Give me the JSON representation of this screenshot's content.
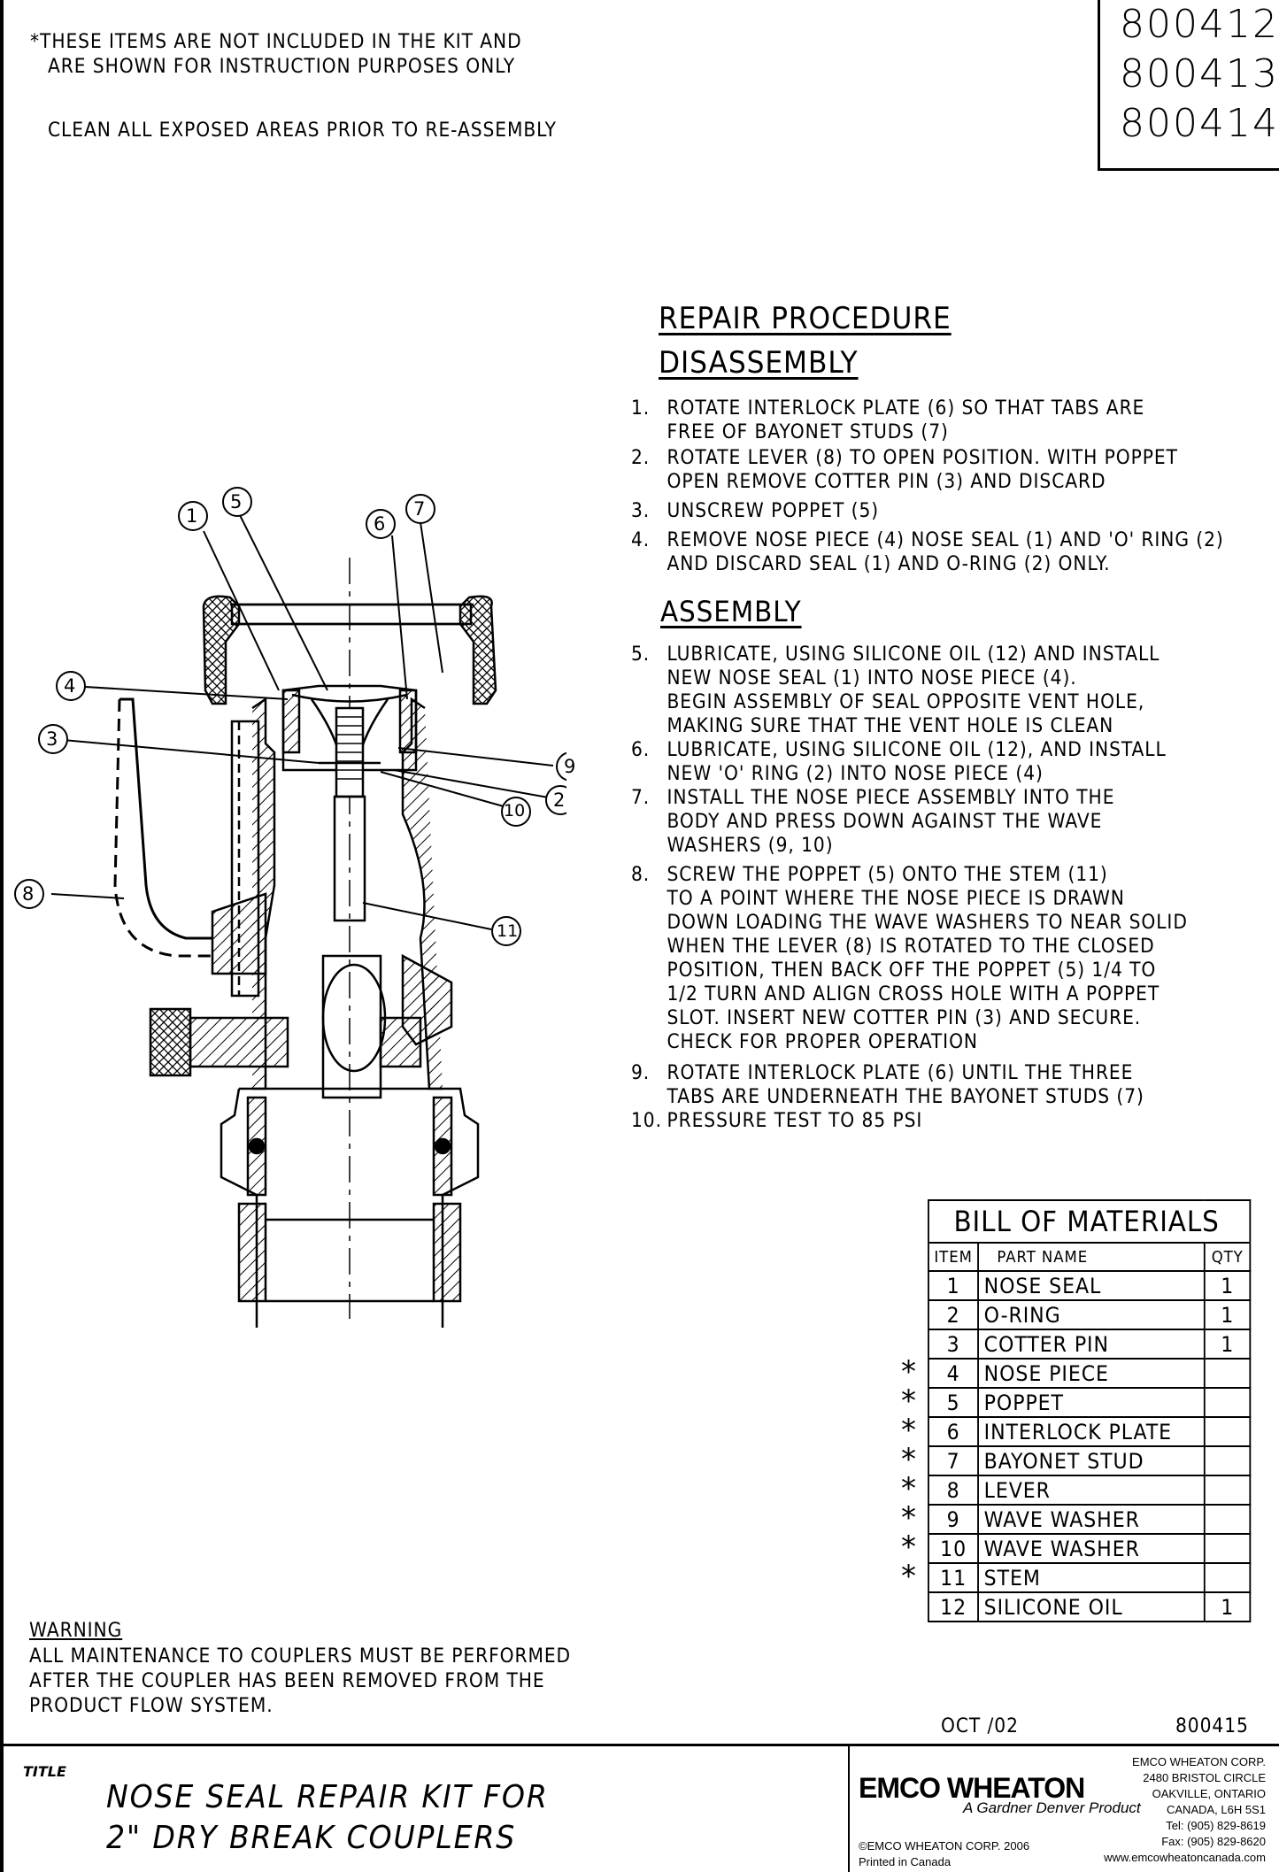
{
  "notes": {
    "line1": "*THESE ITEMS ARE NOT INCLUDED IN THE KIT AND",
    "line2": "ARE SHOWN FOR INSTRUCTION PURPOSES ONLY",
    "line3": "CLEAN ALL EXPOSED AREAS PRIOR TO RE-ASSEMBLY"
  },
  "part_numbers": [
    "800412",
    "800413",
    "800414"
  ],
  "procedure": {
    "title": "REPAIR PROCEDURE",
    "disassembly_title": "DISASSEMBLY",
    "disassembly_steps": [
      {
        "num": "1.",
        "text": "ROTATE INTERLOCK PLATE (6) SO THAT TABS ARE\nFREE OF BAYONET STUDS (7)"
      },
      {
        "num": "2.",
        "text": "ROTATE LEVER (8) TO OPEN POSITION. WITH POPPET\nOPEN REMOVE COTTER PIN (3) AND DISCARD"
      },
      {
        "num": "3.",
        "text": "UNSCREW POPPET (5)"
      },
      {
        "num": "4.",
        "text": "REMOVE NOSE PIECE (4) NOSE SEAL (1) AND 'O' RING (2)\nAND DISCARD SEAL (1) AND O-RING (2) ONLY."
      }
    ],
    "assembly_title": "ASSEMBLY",
    "assembly_steps": [
      {
        "num": "5.",
        "text": "LUBRICATE, USING SILICONE OIL (12) AND INSTALL\nNEW NOSE SEAL (1) INTO NOSE PIECE (4).\nBEGIN ASSEMBLY OF SEAL OPPOSITE VENT HOLE,\nMAKING SURE THAT THE VENT HOLE IS CLEAN"
      },
      {
        "num": "6.",
        "text": "LUBRICATE, USING SILICONE OIL (12), AND INSTALL\nNEW 'O' RING (2) INTO NOSE PIECE (4)"
      },
      {
        "num": "7.",
        "text": "INSTALL THE NOSE PIECE ASSEMBLY INTO THE\nBODY AND PRESS DOWN AGAINST THE WAVE\nWASHERS (9, 10)"
      },
      {
        "num": "8.",
        "text": "SCREW THE POPPET (5) ONTO THE STEM (11)\nTO A POINT WHERE THE NOSE PIECE IS DRAWN\nDOWN LOADING THE WAVE WASHERS TO NEAR SOLID\nWHEN THE LEVER (8) IS ROTATED TO THE CLOSED\nPOSITION, THEN BACK OFF THE POPPET (5) 1/4 TO\n1/2 TURN AND ALIGN CROSS HOLE WITH A POPPET\nSLOT. INSERT NEW COTTER PIN (3) AND SECURE.\nCHECK FOR PROPER OPERATION"
      },
      {
        "num": "9.",
        "text": "ROTATE INTERLOCK PLATE (6) UNTIL THE THREE\nTABS ARE UNDERNEATH THE BAYONET STUDS (7)"
      },
      {
        "num": "10.",
        "text": "PRESSURE TEST TO 85 PSI"
      }
    ]
  },
  "bom": {
    "title": "BILL OF MATERIALS",
    "headers": {
      "item": "ITEM",
      "part": "PART NAME",
      "qty": "QTY"
    },
    "rows": [
      {
        "star": "",
        "item": "1",
        "name": "NOSE SEAL",
        "qty": "1"
      },
      {
        "star": "",
        "item": "2",
        "name": "O-RING",
        "qty": "1"
      },
      {
        "star": "",
        "item": "3",
        "name": "COTTER PIN",
        "qty": "1"
      },
      {
        "star": "*",
        "item": "4",
        "name": "NOSE PIECE",
        "qty": ""
      },
      {
        "star": "*",
        "item": "5",
        "name": "POPPET",
        "qty": ""
      },
      {
        "star": "*",
        "item": "6",
        "name": "INTERLOCK PLATE",
        "qty": ""
      },
      {
        "star": "*",
        "item": "7",
        "name": "BAYONET STUD",
        "qty": ""
      },
      {
        "star": "*",
        "item": "8",
        "name": "LEVER",
        "qty": ""
      },
      {
        "star": "*",
        "item": "9",
        "name": "WAVE WASHER",
        "qty": ""
      },
      {
        "star": "*",
        "item": "10",
        "name": "WAVE WASHER",
        "qty": ""
      },
      {
        "star": "*",
        "item": "11",
        "name": "STEM",
        "qty": ""
      },
      {
        "star": "",
        "item": "12",
        "name": "SILICONE OIL",
        "qty": "1"
      }
    ]
  },
  "warning": {
    "title": "WARNING",
    "text": "ALL MAINTENANCE TO COUPLERS MUST BE PERFORMED\nAFTER THE COUPLER HAS BEEN REMOVED FROM THE\nPRODUCT FLOW SYSTEM."
  },
  "date": "OCT /02",
  "drawing_number": "800415",
  "title_block": {
    "label": "TITLE",
    "title_line1": "NOSE SEAL REPAIR KIT FOR",
    "title_line2": "2\" DRY BREAK COUPLERS",
    "logo": "EMCO WHEATON",
    "logo_sub": "A Gardner Denver Product",
    "address": [
      "EMCO WHEATON CORP.",
      "2480 BRISTOL CIRCLE",
      "OAKVILLE, ONTARIO",
      "CANADA, L6H 5S1",
      "Tel: (905) 829-8619",
      "Fax: (905) 829-8620",
      "www.emcowheatoncanada.com"
    ],
    "copyright": "©EMCO WHEATON CORP. 2006",
    "printed": "Printed in Canada"
  },
  "callouts": [
    "1",
    "5",
    "6",
    "7",
    "4",
    "3",
    "9",
    "2",
    "10",
    "8",
    "11"
  ]
}
